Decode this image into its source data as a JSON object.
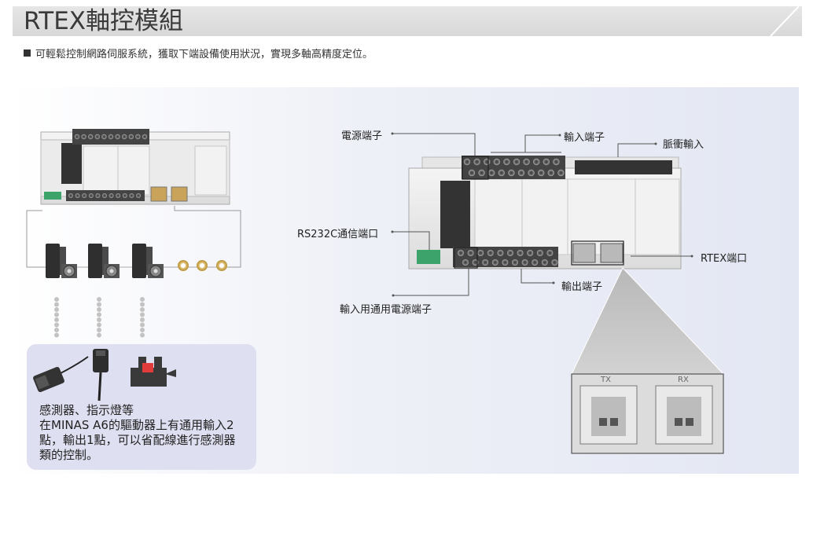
{
  "header": {
    "title": "RTEX軸控模組"
  },
  "intro": {
    "text": "可輕鬆控制網路伺服系統，獲取下端設備使用狀況，實現多軸高精度定位。"
  },
  "callouts": {
    "power_terminal": "電源端子",
    "input_terminal": "輸入端子",
    "pulse_input": "脈衝輸入",
    "rs232c_port": "RS232C通信端口",
    "rtex_port": "RTEX端口",
    "output_terminal": "輸出端子",
    "io_common_power": "輸入用通用電源端子"
  },
  "connector_zoom": {
    "tx": "TX",
    "rx": "RX"
  },
  "sensor_panel": {
    "title": "感測器、指示燈等",
    "description": "在MINAS A6的驅動器上有通用輸入2點，輸出1點，可以省配線進行感測器類的控制。"
  },
  "colors": {
    "title_bar": "#dcdcdc",
    "panel_bg": "#e8ebf5",
    "sensor_box": "#dedff0"
  }
}
